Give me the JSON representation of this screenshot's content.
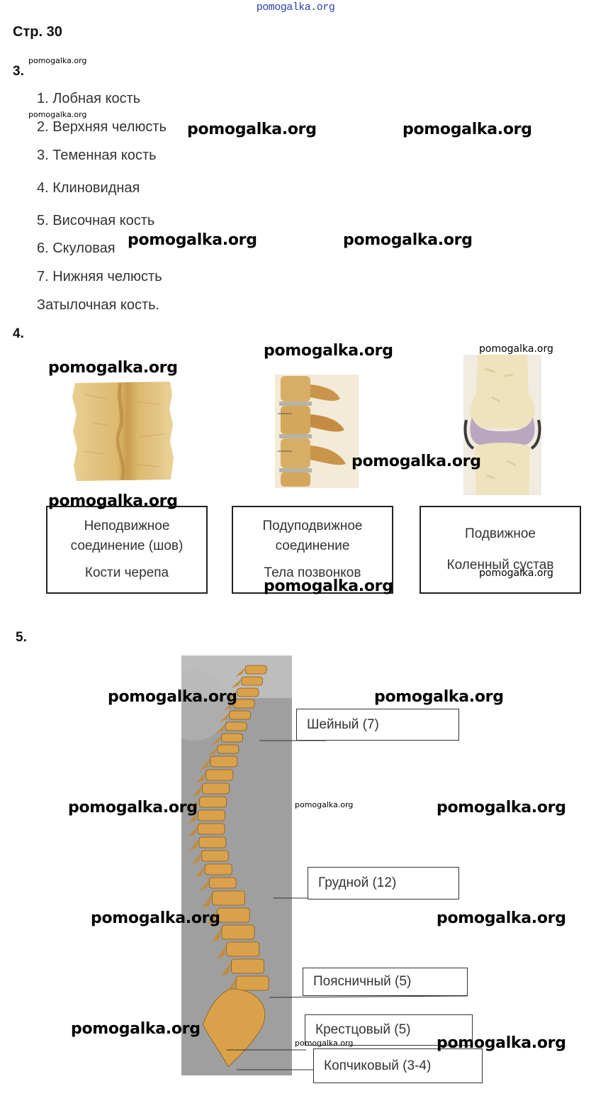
{
  "header": {
    "site": "pomogalka.org",
    "page_title": "Стр. 30"
  },
  "task3": {
    "number": "3.",
    "items": [
      "1. Лобная кость",
      "2. Верхняя челюсть",
      "3. Теменная кость",
      "4. Клиновидная",
      "5. Височная кость",
      "6. Скуловая",
      "7. Нижняя челюсть",
      "Затылочная кость."
    ]
  },
  "task4": {
    "number": "4.",
    "joints": [
      {
        "type": "Неподвижное соединение (шов)",
        "example": "Кости черепа"
      },
      {
        "type": "Подуподвижное соединение",
        "example": "Тела позвонков"
      },
      {
        "type": "Подвижное",
        "example": "Коленный сустав"
      }
    ]
  },
  "task5": {
    "number": "5.",
    "spine_sections": [
      "Шейный (7)",
      "Грудной (12)",
      "Поясничный (5)",
      "Крестцовый (5)",
      "Копчиковый (3-4)"
    ]
  },
  "watermark": {
    "text": "pomogalka.org"
  },
  "colors": {
    "site_link": "#2a3fb5",
    "bone": "#d9a24a",
    "suture_tissue": "#e3c78a"
  }
}
